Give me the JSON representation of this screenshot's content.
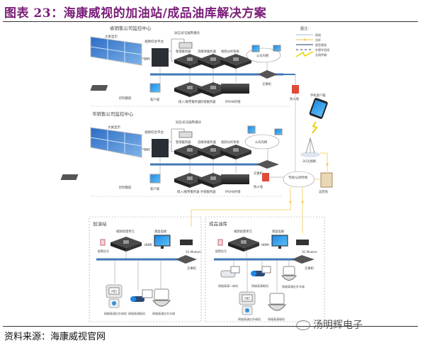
{
  "title": "图表 23：海康威视的加油站/成品油库解决方案",
  "source": "资料来源：海康威视官网",
  "watermark": "汤明辉电子",
  "legend": {
    "title": "图注：",
    "items": [
      {
        "label": "网线",
        "style": "network-cable",
        "color": "#7fa6c9"
      },
      {
        "label": "光纤",
        "style": "fiber",
        "color": "#f2c94c"
      },
      {
        "label": "视音频线",
        "style": "av-cable",
        "color": "#1f3b6e"
      },
      {
        "label": "外围专用线",
        "style": "dashed",
        "color": "#1f3b6e"
      },
      {
        "label": "无线传输",
        "style": "wireless",
        "color": "#e8d200"
      }
    ]
  },
  "center1": {
    "title": "省销售公司监控中心",
    "video_wall": "大屏显示",
    "dvi": "DVI",
    "platform": "视频综合平台",
    "alarm_module": "短信/彩信报警模块",
    "servers_top": [
      "管理服务器",
      "流媒体服务器",
      "视频分析系统"
    ],
    "servers_bottom": [
      "接入/报警服务器",
      "存储服务器",
      "IPSAN存储"
    ],
    "keyboard": "控制键盘",
    "client": "客户端",
    "office_net": "公司内网",
    "switch": "交换机",
    "firewall": "防火墙"
  },
  "center2": {
    "title": "市销售公司监控中心",
    "video_wall": "大屏显示",
    "dvi": "DVI",
    "platform": "视频综合平台",
    "alarm_module": "短信/彩信报警模块",
    "servers_top": [
      "管理服务器",
      "流媒体服务器",
      "视频分析系统"
    ],
    "servers_bottom": [
      "接入/报警服务器",
      "存储服务器",
      "IPSAN存储"
    ],
    "keyboard": "控制键盘",
    "client": "客户端",
    "office_net": "公司内网",
    "switch": "交换机",
    "firewall": "防火墙"
  },
  "right": {
    "mobile": "手机客户端",
    "base_station": "3G无线网",
    "private_net": "专网/公网专网",
    "storage": "运营商"
  },
  "station": {
    "title": "加油站",
    "nvr": "视频处理单元",
    "monitor": "液晶电视",
    "hdmi": "HDMI",
    "alarm": "报警信号",
    "modem": "3G Modem",
    "switch": "交换机",
    "cameras": [
      "网络高清红外球机",
      "网络高清枪机",
      "网络高清红外半球"
    ]
  },
  "depot": {
    "title": "成品油库",
    "nvr": "视频处理单元",
    "monitor": "液晶电视",
    "hdmi": "HDMI",
    "alarm": "报警信号",
    "modem": "3G Modem",
    "switch": "交换机",
    "cameras": [
      "网络高清一体机",
      "网络高清枪机",
      "网络高清红外半球",
      "网络高清红外球机",
      "网络高清球机"
    ]
  }
}
